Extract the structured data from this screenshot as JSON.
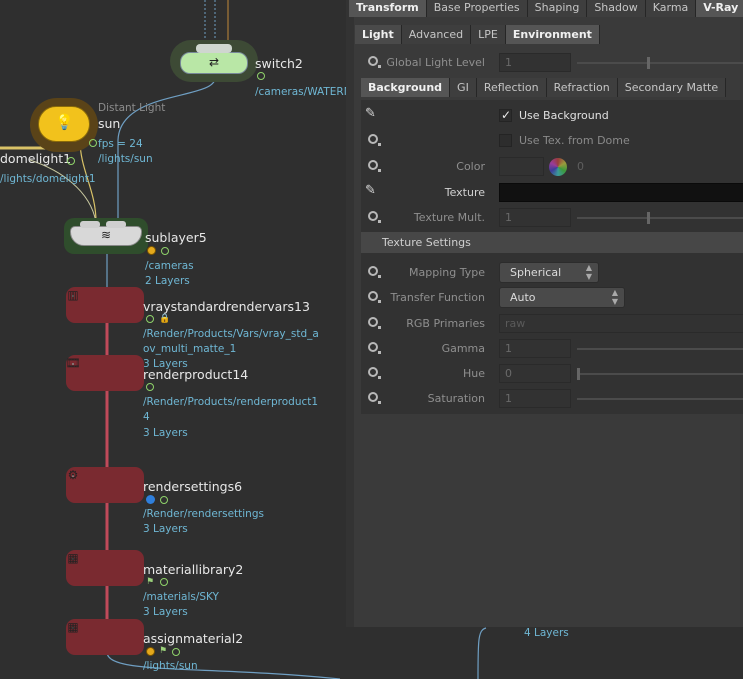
{
  "network": {
    "nodes": {
      "switch": {
        "name": "switch2",
        "path": "/cameras/WATERM"
      },
      "sun": {
        "name": "sun",
        "sublabel": "Distant Light",
        "info": "fps = 24",
        "path": "/lights/sun"
      },
      "domelight": {
        "name": "domelight1",
        "path": "/lights/domelight1"
      },
      "sublayer": {
        "name": "sublayer5",
        "path": "/cameras",
        "layers": "2 Layers"
      },
      "rendervars": {
        "name": "vraystandardrendervars13",
        "path_line1": "/Render/Products/Vars/vray_std_a",
        "path_line2": "ov_multi_matte_1",
        "layers": "3 Layers"
      },
      "renderproduct": {
        "name": "renderproduct14",
        "path_line1": "/Render/Products/renderproduct1",
        "path_line2": "4",
        "layers": "3 Layers"
      },
      "rendersettings": {
        "name": "rendersettings6",
        "path": "/Render/rendersettings",
        "layers": "3 Layers"
      },
      "materiallibrary": {
        "name": "materiallibrary2",
        "path": "/materials/SKY",
        "layers": "3 Layers"
      },
      "assignmaterial": {
        "name": "assignmaterial2",
        "path": "/lights/sun"
      },
      "offscreen": {
        "layers": "4 Layers"
      }
    },
    "colors": {
      "render_red": "#7d2a30",
      "green_node": "#2c4a2a",
      "sun_glow": "#6a4a14",
      "wire_blue": "#6f9fc3",
      "wire_red": "#c04a5a"
    }
  },
  "panel": {
    "main_tabs": [
      "Transform",
      "Base Properties",
      "Shaping",
      "Shadow",
      "Karma",
      "V-Ray"
    ],
    "main_active": 5,
    "sub_tabs": [
      "Light",
      "Advanced",
      "LPE",
      "Environment"
    ],
    "sub_active": 3,
    "global_light_level": {
      "label": "Global Light Level",
      "value": "1"
    },
    "env_tabs": [
      "Background",
      "GI",
      "Reflection",
      "Refraction",
      "Secondary Matte"
    ],
    "env_active": 0,
    "use_background": {
      "label": "Use Background",
      "checked": "✓"
    },
    "use_tex_dome": {
      "label": "Use Tex. from Dome"
    },
    "color": {
      "label": "Color",
      "value": "0"
    },
    "texture": {
      "label": "Texture",
      "value": ""
    },
    "texture_mult": {
      "label": "Texture Mult.",
      "value": "1"
    },
    "texture_settings": "Texture Settings",
    "mapping_type": {
      "label": "Mapping Type",
      "value": "Spherical"
    },
    "transfer_function": {
      "label": "Transfer Function",
      "value": "Auto"
    },
    "rgb_primaries": {
      "label": "RGB Primaries",
      "value": "raw"
    },
    "gamma": {
      "label": "Gamma",
      "value": "1"
    },
    "hue": {
      "label": "Hue",
      "value": "0"
    },
    "saturation": {
      "label": "Saturation",
      "value": "1"
    }
  }
}
